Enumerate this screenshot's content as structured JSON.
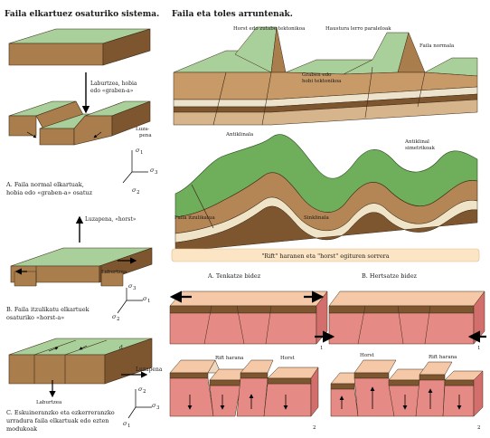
{
  "left": {
    "title": "Faila elkartuez osaturiko sistema.",
    "panel_a": {
      "label_graben": [
        "Laburtzea, hobia",
        "edo «graben-a»"
      ],
      "label_luzapena": [
        "Luza-",
        "pena"
      ],
      "caption": [
        "A. Faila normal elkartuak,",
        "hobia edo «graben-a» osatuz"
      ]
    },
    "panel_b": {
      "label_horst": "Luzapena, «horst»",
      "label_laburtzea": "Laburtzea",
      "caption": [
        "B. Faila itzulikatu elkartuek",
        "osaturiko «horst-a»"
      ]
    },
    "panel_c": {
      "label_d": "d",
      "label_luzapena": "Luzapena",
      "label_laburtzea": "Laburtzea",
      "caption": [
        "C. Eskuineranzko eta ezkerreranzko",
        "urradura faila elkartuak edo ezten",
        "modukoak"
      ]
    },
    "sigma1": "σ",
    "sigma1_sub": "1",
    "sigma2": "σ",
    "sigma2_sub": "2",
    "sigma3": "σ",
    "sigma3_sub": "3"
  },
  "top_right": {
    "title": "Faila eta toles arruntenak.",
    "labels": {
      "horst": "Horst edo zutabe tektonikoa",
      "haustura": "Haustura lerro paraleloak",
      "normala": "Faila normala",
      "graben": [
        "Graben edo",
        "hobi tektonikoa"
      ],
      "antiklinala": "Antiklinala",
      "antiklinal_sim": [
        "Antiklinal",
        "simetrikoak"
      ],
      "itzulikatua": "Faila itzulikatua",
      "sinklinala": "Sinklinala"
    }
  },
  "bottom_right": {
    "title": "\"Rift\" haranen eta \"horst\" egituren sorrera",
    "a_title": "A. Tenkatze bidez",
    "b_title": "B. Hertsatze bidez",
    "rift_label": "Rift harana",
    "horst_label": "Horst",
    "num1": "1",
    "num2": "2"
  },
  "colors": {
    "green_top": "#a9cf9b",
    "brown_side": "#a97d4c",
    "brown_dark": "#7d5630",
    "pink_top": "#f5c9a8",
    "pink_side": "#e68a86",
    "pink_dark": "#d26f6c",
    "banner": "#fbe5c4"
  }
}
